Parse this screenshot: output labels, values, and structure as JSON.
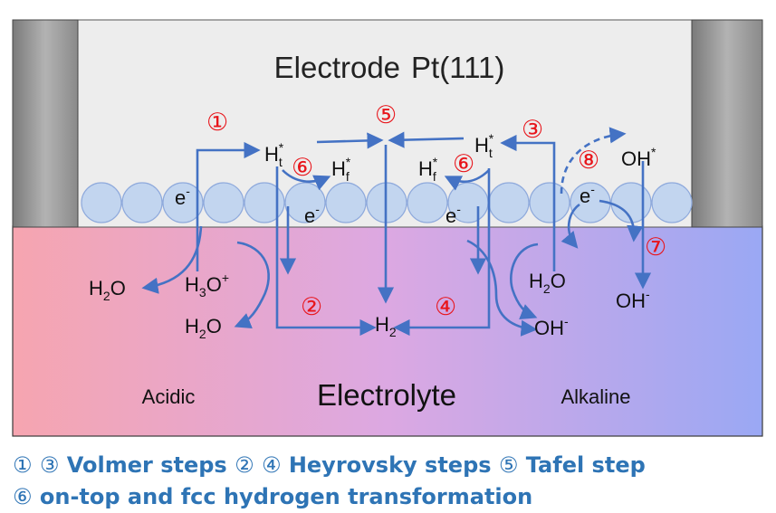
{
  "colors": {
    "arrow": "#4472c4",
    "step_number": "#e8151b",
    "legend_text": "#2e74b5",
    "electrode_fill": "#ededed",
    "side_bar_fill": "#9a9a9a",
    "atom_fill": "#bdd2ee",
    "atom_stroke": "#8faadc",
    "electrolyte_acidic": "#f6a5b0",
    "electrolyte_alkaline": "#9aa8f4"
  },
  "electrode": {
    "name": "Electrode",
    "material": "Pt(111)"
  },
  "electrolyte": {
    "title": "Electrolyte",
    "left_label": "Acidic",
    "right_label": "Alkaline"
  },
  "species": {
    "ht": {
      "base": "H",
      "sub": "t",
      "sup": "*"
    },
    "hf": {
      "base": "H",
      "sub": "f",
      "sup": "*"
    },
    "h2": {
      "base": "H",
      "sub": "2"
    },
    "h2o": {
      "base": "H",
      "sub": "2",
      "rest": "O"
    },
    "h3o": {
      "base": "H",
      "sub": "3",
      "rest": "O",
      "sup": "+"
    },
    "oh_ads": {
      "base": "OH",
      "sup": "*"
    },
    "oh_minus": {
      "base": "OH",
      "sup": "-"
    },
    "e_minus": {
      "base": "e",
      "sup": "-"
    }
  },
  "steps": {
    "s1": "①",
    "s2": "②",
    "s3": "③",
    "s4": "④",
    "s5": "⑤",
    "s6": "⑥",
    "s7": "⑦",
    "s8": "⑧"
  },
  "legend": {
    "line1": [
      {
        "num": "①",
        "text": ""
      },
      {
        "num": "③",
        "text": "Volmer steps"
      },
      {
        "num": "②",
        "text": ""
      },
      {
        "num": "④",
        "text": "Heyrovsky steps"
      },
      {
        "num": "⑤",
        "text": "Tafel step"
      }
    ],
    "line2": [
      {
        "num": "⑥",
        "text": "on-top and fcc hydrogen transformation"
      }
    ]
  }
}
